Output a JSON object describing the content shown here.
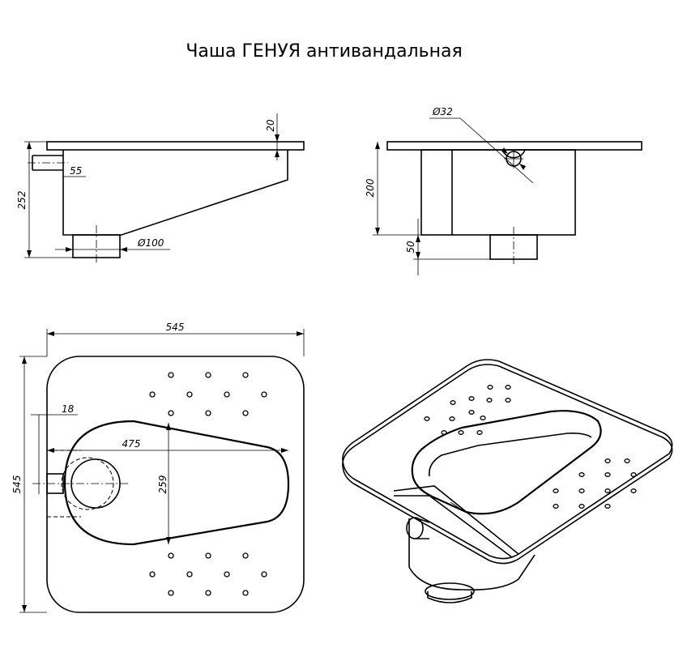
{
  "title": "Чаша ГЕНУЯ антивандальная",
  "dimensions": {
    "d20": "20",
    "d55": "55",
    "d252": "252",
    "d100": "Ø100",
    "d32": "Ø32",
    "d200": "200",
    "d50": "50",
    "d545_top": "545",
    "d545_side": "545",
    "d18": "18",
    "d475": "475",
    "d259": "259"
  }
}
